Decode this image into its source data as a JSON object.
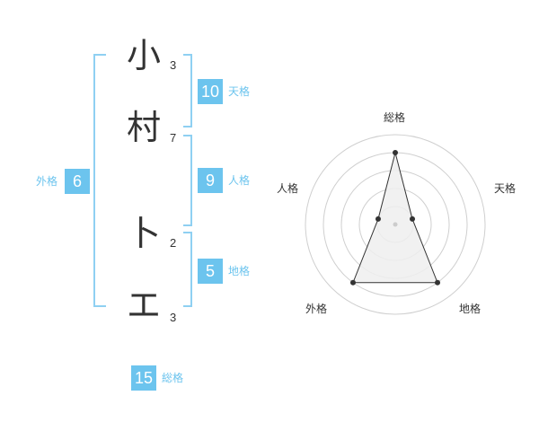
{
  "name": {
    "chars": [
      {
        "char": "小",
        "strokes": "3"
      },
      {
        "char": "村",
        "strokes": "7"
      },
      {
        "char": "卜",
        "strokes": "2"
      },
      {
        "char": "エ",
        "strokes": "3"
      }
    ]
  },
  "kakusu": {
    "tenkaku": {
      "value": "10",
      "label": "天格"
    },
    "jinkaku": {
      "value": "9",
      "label": "人格"
    },
    "chikaku": {
      "value": "5",
      "label": "地格"
    },
    "gaikaku": {
      "value": "6",
      "label": "外格"
    },
    "soukaku": {
      "value": "15",
      "label": "総格"
    }
  },
  "chart_data": {
    "type": "radar",
    "axes": [
      "総格",
      "天格",
      "地格",
      "外格",
      "人格"
    ],
    "values": [
      4,
      1,
      4,
      4,
      1
    ],
    "max": 5,
    "rings": 5,
    "fill_color": "#efefef",
    "line_color": "#333333"
  },
  "colors": {
    "accent": "#6cc4ee",
    "bracket": "#8fd0f2",
    "text": "#333333"
  }
}
